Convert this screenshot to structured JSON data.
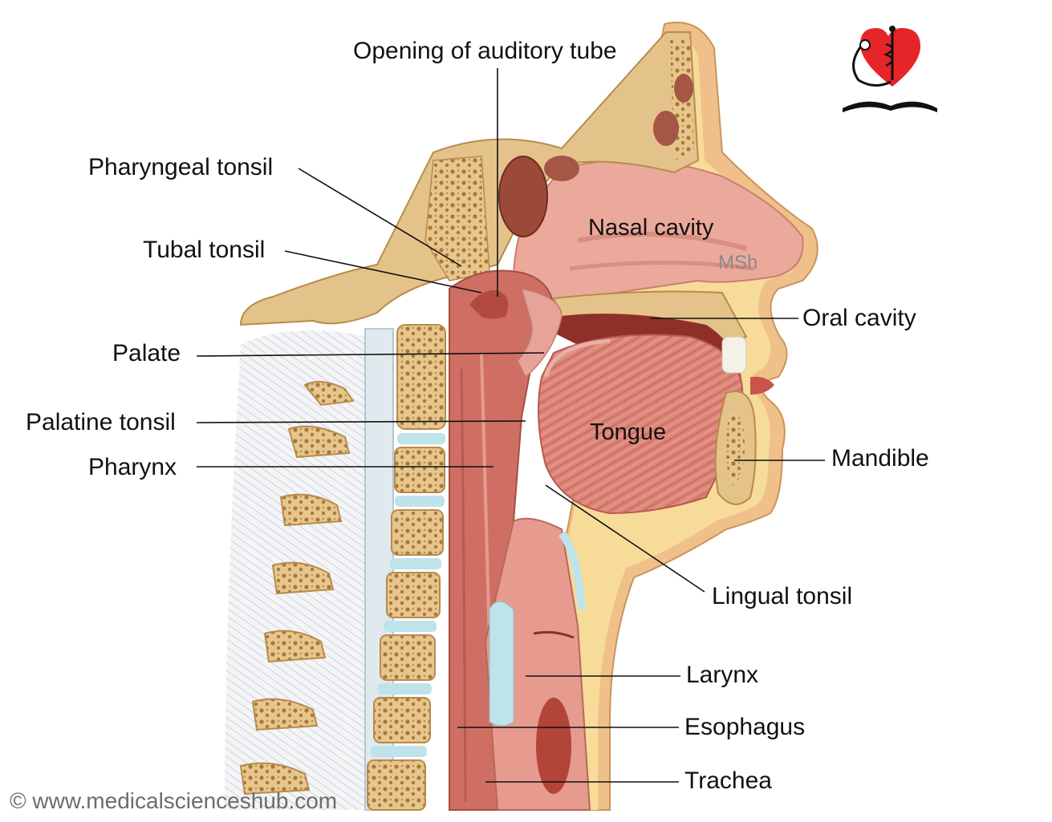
{
  "labels": {
    "opening_auditory_tube": "Opening of auditory tube",
    "pharyngeal_tonsil": "Pharyngeal tonsil",
    "tubal_tonsil": "Tubal tonsil",
    "palate": "Palate",
    "palatine_tonsil": "Palatine tonsil",
    "pharynx": "Pharynx",
    "nasal_cavity": "Nasal cavity",
    "oral_cavity": "Oral cavity",
    "tongue": "Tongue",
    "mandible": "Mandible",
    "lingual_tonsil": "Lingual tonsil",
    "larynx": "Larynx",
    "esophagus": "Esophagus",
    "trachea": "Trachea"
  },
  "watermark": "MSh",
  "copyright": "© www.medicalscienceshub.com",
  "colors": {
    "bone": "#e9cf9a",
    "spongy_bone": "#c99a55",
    "muscle": "#d77a6e",
    "mucosa": "#e9a59a",
    "fat": "#f2d58a",
    "disc": "#bfe3ea",
    "skin": "#f3c7b5",
    "logo_heart": "#e52528"
  }
}
